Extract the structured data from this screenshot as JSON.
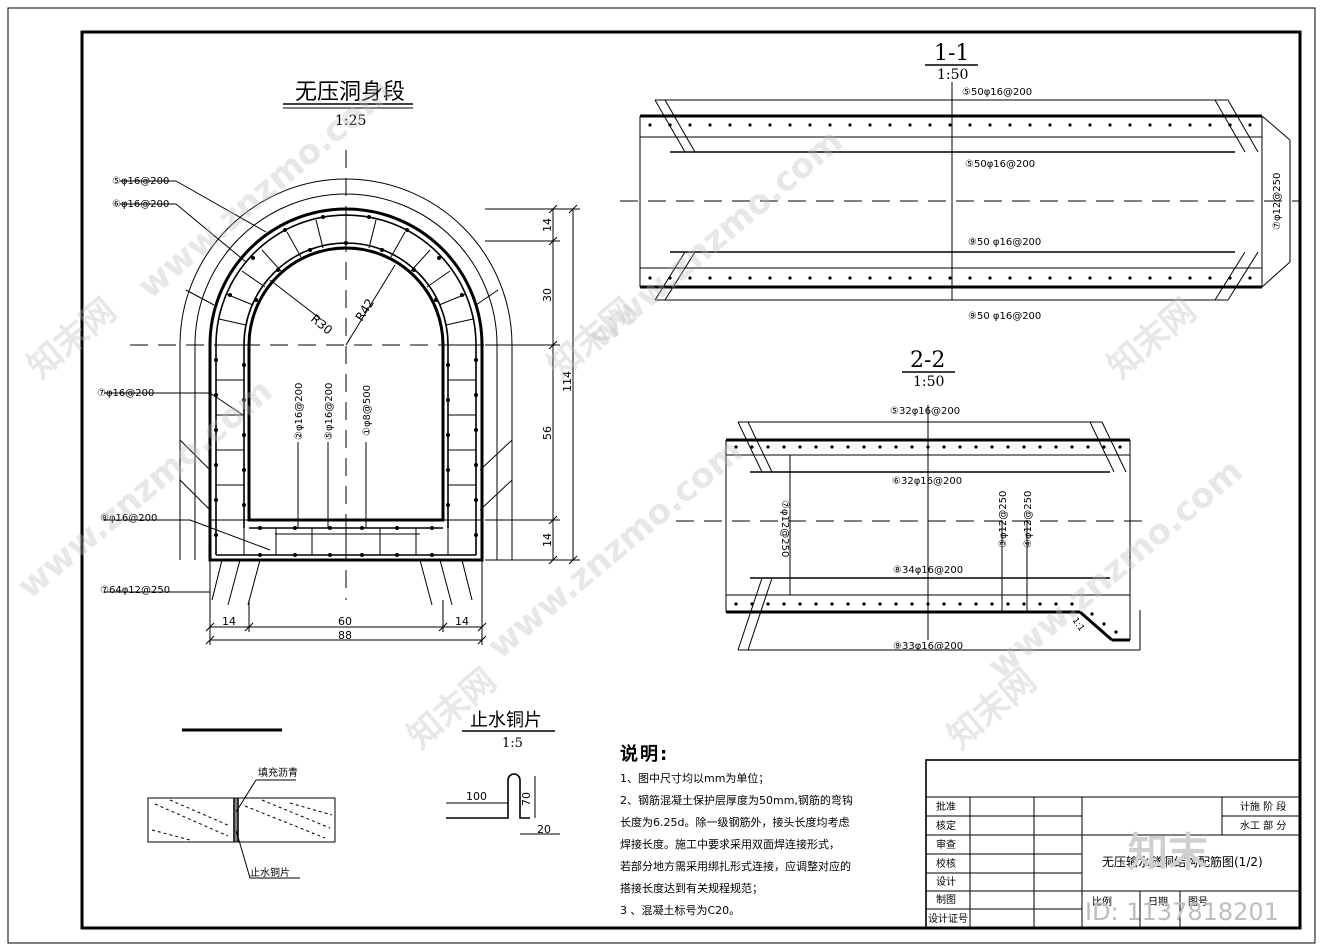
{
  "main_view": {
    "title": "无压洞身段",
    "scale": "1:25",
    "rebar_labels": [
      "⑤φ16@200",
      "⑥φ16@200",
      "⑦φ16@200",
      "⑧φ16@200",
      "⑦64φ12@250"
    ],
    "inner_labels": [
      "②φ16@200",
      "⑤φ16@200",
      "①φ8@500"
    ],
    "radius_inner": "R30",
    "radius_outer": "R42",
    "dim_right": [
      "14",
      "30",
      "56",
      "14"
    ],
    "dim_total_height": "114",
    "dim_bottom": [
      "14",
      "60",
      "14"
    ],
    "dim_total_width": "88"
  },
  "section_1_1": {
    "title": "1-1",
    "scale": "1:50",
    "labels": [
      "⑤50φ16@200",
      "⑤50φ16@200",
      "⑨50 φ16@200",
      "⑨50 φ16@200"
    ],
    "side_label": "⑦φ12@250"
  },
  "section_2_2": {
    "title": "2-2",
    "scale": "1:50",
    "labels": [
      "⑤32φ16@200",
      "⑥32φ16@200",
      "⑧34φ16@200",
      "⑨33φ16@200"
    ],
    "vertical_labels": [
      "⑦φ12@250",
      "③φ12@250",
      "④φ12@250"
    ],
    "corner_dim": "1:1"
  },
  "waterstop": {
    "title": "止水铜片",
    "scale": "1:5",
    "dims": [
      "100",
      "70",
      "20"
    ],
    "label_top": "填充沥青",
    "label_bottom": "止水铜片"
  },
  "notes": {
    "title": "说明:",
    "lines": [
      "1、图中尺寸均以mm为单位；",
      "2、钢筋混凝土保护层厚度为50mm,钢筋的弯钩",
      "长度为6.25d。除一级钢筋外，接头长度均考虑",
      "焊接长度。施工中要求采用双面焊连接形式，",
      "若部分地方需采用绑扎形式连接，应调整对应的",
      "搭接长度达到有关规程规范；",
      "3 、混凝土标号为C20。"
    ]
  },
  "title_block": {
    "rows": [
      "批准",
      "核定",
      "审查",
      "校核",
      "设计",
      "制图",
      "设计证号"
    ],
    "stage": "计施 阶 段",
    "part": "水工 部 分",
    "drawing_title": "无压输水隧洞结构配筋图(1/2)",
    "bottom_cells": [
      "比例",
      "日期",
      "图号"
    ]
  },
  "watermark": {
    "site": "www.znzmo.com",
    "brand": "知末网",
    "logo": "知末",
    "id": "ID: 1137818201"
  }
}
